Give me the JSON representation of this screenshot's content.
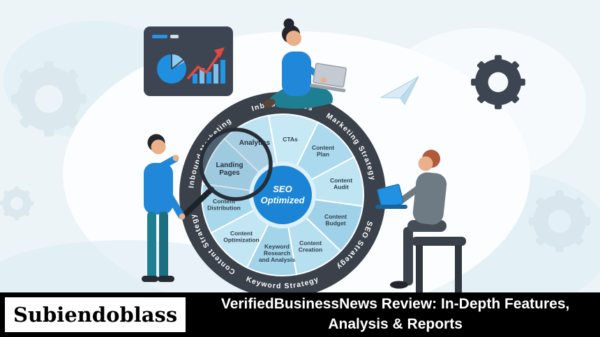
{
  "banner": {
    "logo_text": "Subiendoblass",
    "title_line1": "VerifiedBusinessNews Review: In-Depth Features,",
    "title_line2": "Analysis & Reports"
  },
  "wheel": {
    "center": {
      "line1": "SEO",
      "line2": "Optimized"
    },
    "outer_ring": [
      {
        "label": "Inbound Sales"
      },
      {
        "label": "Marketing Strategy"
      },
      {
        "label": "SEO Strategy"
      },
      {
        "label": "Keyword Strategy"
      },
      {
        "label": "Content Strategy"
      },
      {
        "label": "Inbound Marketing"
      }
    ],
    "segments": [
      {
        "label": "CTAs",
        "lines": [
          "CTAs"
        ]
      },
      {
        "label": "Content Plan",
        "lines": [
          "Content",
          "Plan"
        ]
      },
      {
        "label": "Content Audit",
        "lines": [
          "Content",
          "Audit"
        ]
      },
      {
        "label": "Content Budget",
        "lines": [
          "Content",
          "Budget"
        ]
      },
      {
        "label": "Content Creation",
        "lines": [
          "Content",
          "Creation"
        ]
      },
      {
        "label": "Keyword Research and Analysis",
        "lines": [
          "Keyword",
          "Research",
          "and Analysis"
        ]
      },
      {
        "label": "Content Optimization",
        "lines": [
          "Content",
          "Optimization"
        ]
      },
      {
        "label": "Content Distribution",
        "lines": [
          "Content",
          "Distribution"
        ]
      },
      {
        "label": "Landing Pages",
        "lines": [
          "Landing",
          "Pages"
        ]
      },
      {
        "label": "Analytics",
        "lines": [
          "Analytics"
        ]
      }
    ]
  },
  "decorations": {
    "icons": [
      "gear-icon",
      "paper-plane-icon",
      "magnifier-icon",
      "pie-chart-icon",
      "bar-chart-icon",
      "growth-arrow-icon",
      "laptop-icon"
    ]
  },
  "colors": {
    "background": "#ecf4f8",
    "ring_dark": "#3a414a",
    "accent_blue": "#1b84d4",
    "segment_light_blue": "#b6dff0",
    "banner_black": "#000000",
    "arrow_red": "#e8473f"
  }
}
